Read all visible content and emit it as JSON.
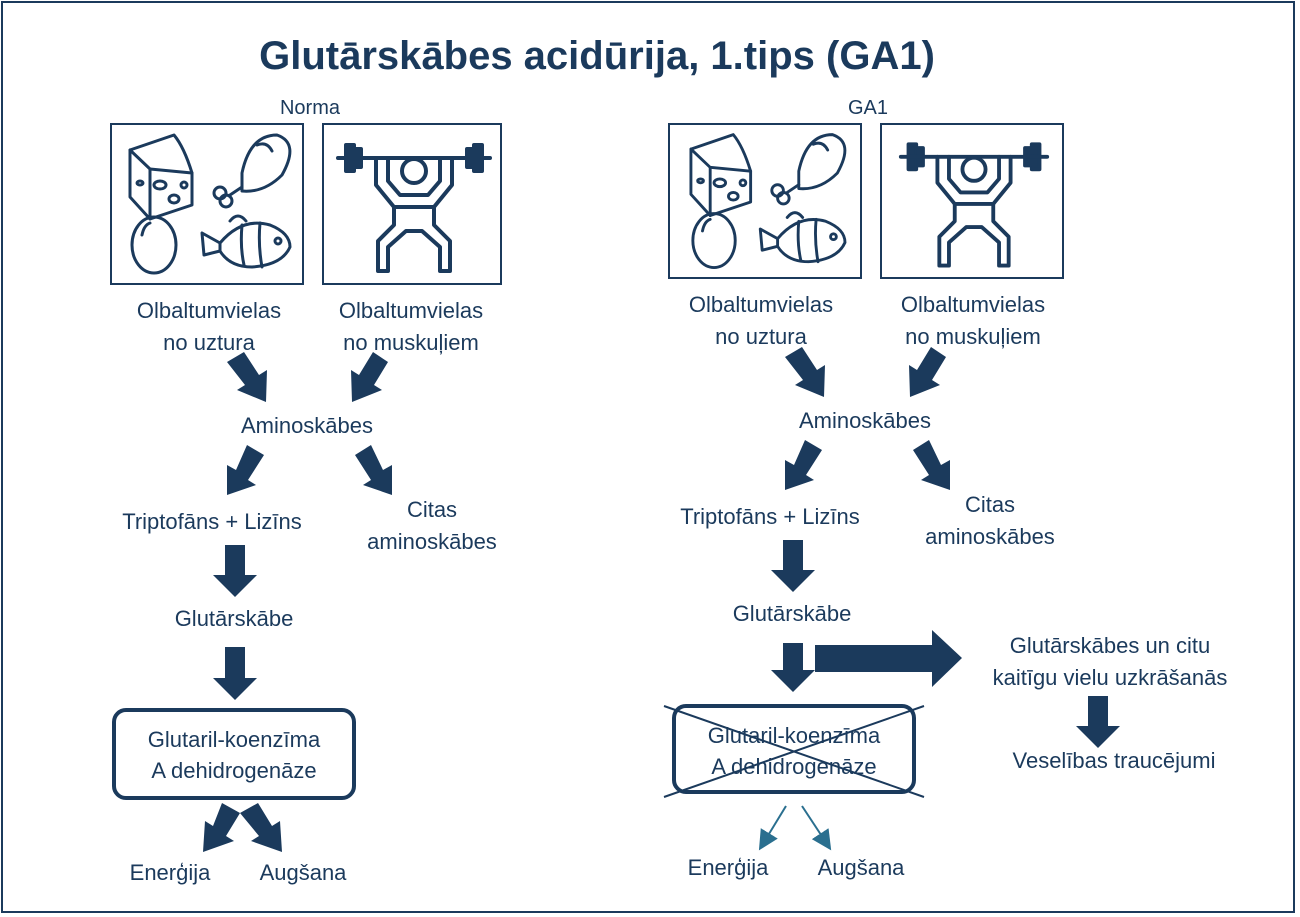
{
  "title": "Glutārskābes acidūrija, 1.tips (GA1)",
  "colors": {
    "primary": "#1b3a5c",
    "thin_arrow": "#2a6f8f",
    "background": "#ffffff"
  },
  "normal": {
    "heading": "Norma",
    "icons": {
      "food_box": [
        "cheese-icon",
        "chicken-leg-icon",
        "egg-icon",
        "fish-icon"
      ],
      "muscle_box": "weightlifter-icon"
    },
    "protein_food": [
      "Olbaltumvielas",
      "no uztura"
    ],
    "protein_muscle": [
      "Olbaltumvielas",
      "no muskuļiem"
    ],
    "amino": "Aminoskābes",
    "trp_lys": "Triptofāns + Lizīns",
    "other_amino": [
      "Citas",
      "aminoskābes"
    ],
    "glutaric": "Glutārskābe",
    "enzyme": [
      "Glutaril-koenzīma",
      "A dehidrogenāze"
    ],
    "energy": "Enerģija",
    "growth": "Augšana"
  },
  "ga1": {
    "heading": "GA1",
    "icons": {
      "food_box": [
        "cheese-icon",
        "chicken-leg-icon",
        "egg-icon",
        "fish-icon"
      ],
      "muscle_box": "weightlifter-icon"
    },
    "protein_food": [
      "Olbaltumvielas",
      "no uztura"
    ],
    "protein_muscle": [
      "Olbaltumvielas",
      "no muskuļiem"
    ],
    "amino": "Aminoskābes",
    "trp_lys": "Triptofāns + Lizīns",
    "other_amino": [
      "Citas",
      "aminoskābes"
    ],
    "glutaric": "Glutārskābe",
    "enzyme": [
      "Glutaril-koenzīma",
      "A dehidrogenāze"
    ],
    "enzyme_blocked": true,
    "accumulation": [
      "Glutārskābes un citu",
      "kaitīgu vielu uzkrāšanās"
    ],
    "health": "Veselības traucējumi",
    "energy": "Enerģija",
    "growth": "Augšana"
  }
}
